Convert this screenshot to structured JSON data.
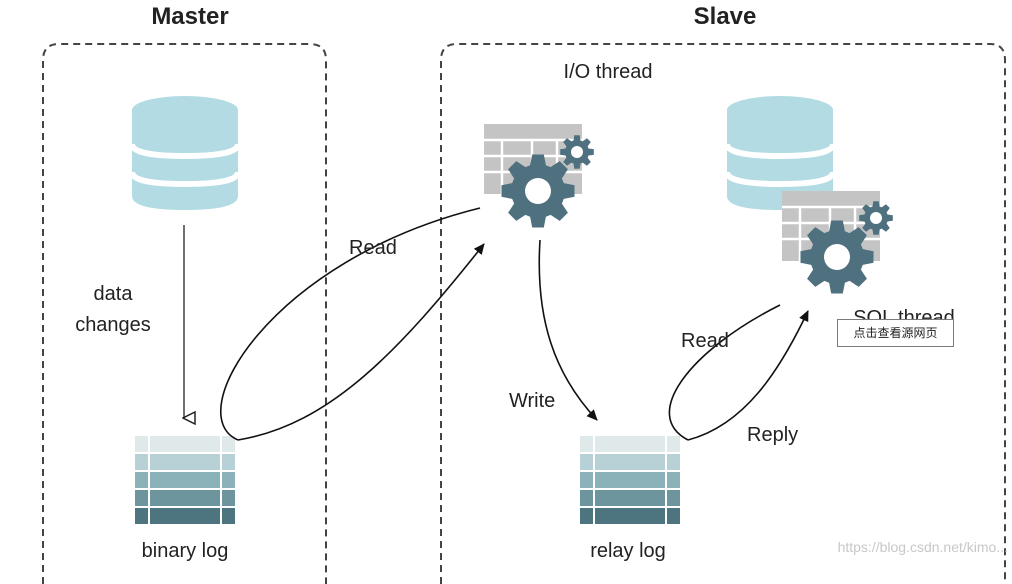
{
  "master": {
    "title": "Master",
    "data_changes_line1": "data",
    "data_changes_line2": "changes",
    "binary_log_label": "binary log"
  },
  "slave": {
    "title": "Slave",
    "io_thread_label": "I/O thread",
    "sql_thread_label": "SQL thread",
    "relay_log_label": "relay log"
  },
  "arrows": {
    "read_master": "Read",
    "write": "Write",
    "read_slave": "Read",
    "reply": "Reply"
  },
  "tooltip": {
    "text": "点击查看源网页"
  },
  "watermark": {
    "text": "https://blog.csdn.net/kimo..."
  },
  "colors": {
    "db_light": "#b2dbe3",
    "gear": "#4f707e",
    "grid": "#c4c4c4",
    "log_gradient": [
      "#dfe9ea",
      "#b7d1d6",
      "#8cb2b9",
      "#6d959e",
      "#4d7580"
    ]
  },
  "icons": [
    "database-icon",
    "gear-icon",
    "table-grid-icon",
    "log-stack-icon"
  ]
}
